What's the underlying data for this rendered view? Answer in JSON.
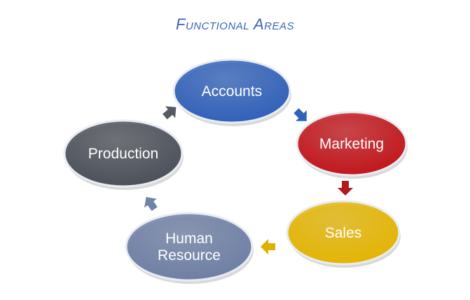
{
  "title": "Functional Areas",
  "nodes": [
    {
      "id": "accounts",
      "lines": [
        "Accounts"
      ],
      "color": "#2f5fb8"
    },
    {
      "id": "marketing",
      "lines": [
        "Marketing"
      ],
      "color": "#c0141a"
    },
    {
      "id": "sales",
      "lines": [
        "Sales"
      ],
      "color": "#e3b400"
    },
    {
      "id": "human-resource",
      "lines": [
        "Human",
        "Resource"
      ],
      "color": "#6d7ea3"
    },
    {
      "id": "production",
      "lines": [
        "Production"
      ],
      "color": "#4a4e57"
    }
  ],
  "edges": [
    {
      "from": "accounts",
      "to": "marketing",
      "color": "#2f62b8"
    },
    {
      "from": "marketing",
      "to": "sales",
      "color": "#b01a1a"
    },
    {
      "from": "sales",
      "to": "human-resource",
      "color": "#e0b000"
    },
    {
      "from": "human-resource",
      "to": "production",
      "color": "#7283a8"
    },
    {
      "from": "production",
      "to": "accounts",
      "color": "#555a63"
    }
  ]
}
